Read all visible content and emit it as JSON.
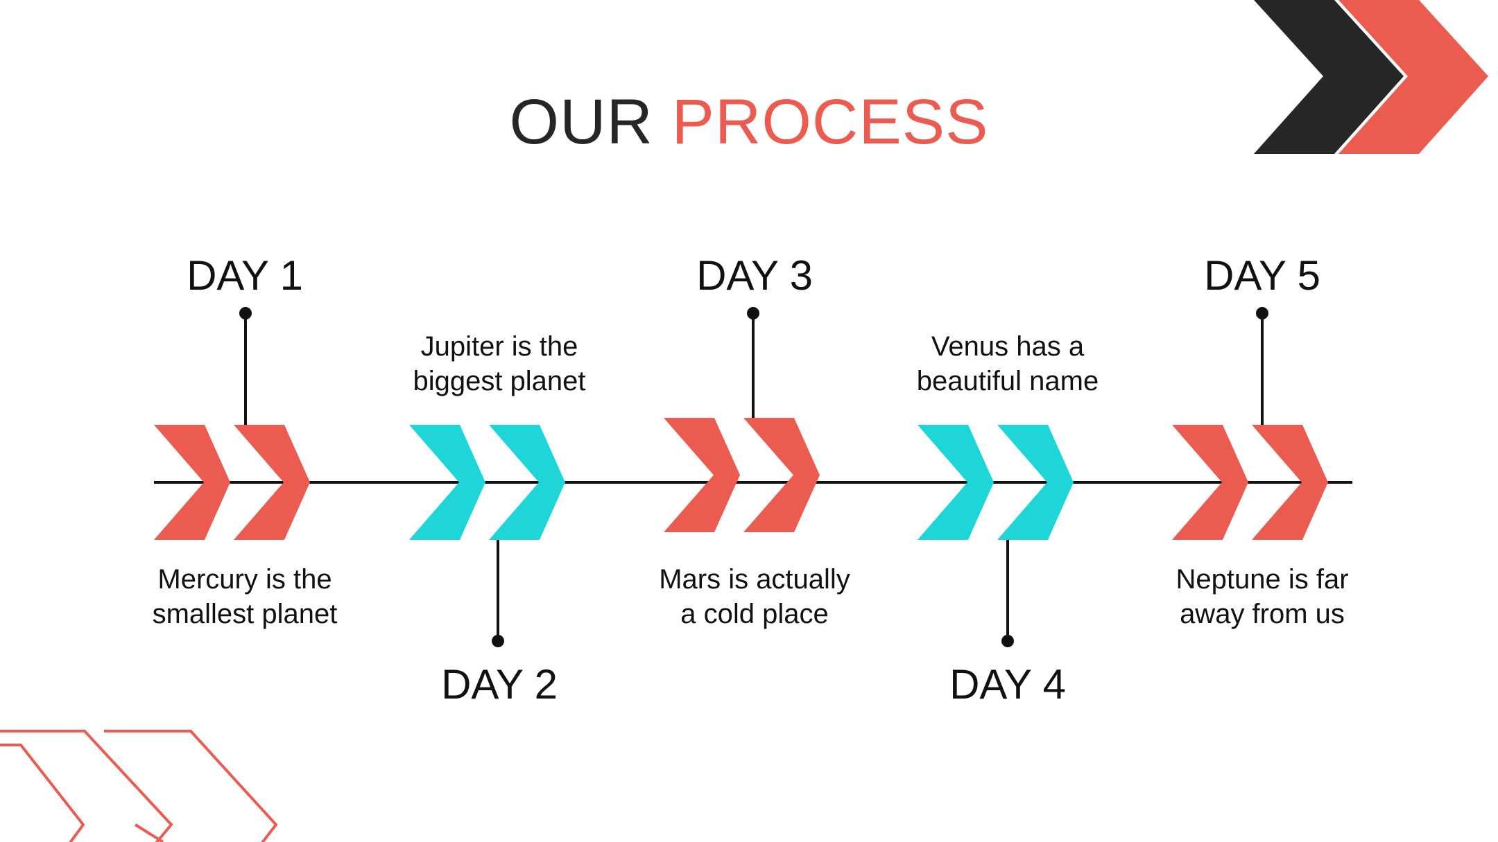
{
  "title": {
    "part1": "OUR",
    "part2": "PROCESS"
  },
  "colors": {
    "coral": "#EC5B4F",
    "cyan": "#1ED6D8",
    "dark": "#262626",
    "line": "#111111"
  },
  "steps": [
    {
      "day": "DAY 1",
      "line1": "Mercury is the",
      "line2": "smallest planet",
      "color": "coral"
    },
    {
      "day": "DAY 2",
      "line1": "Jupiter is the",
      "line2": "biggest planet",
      "color": "cyan"
    },
    {
      "day": "DAY 3",
      "line1": "Mars is actually",
      "line2": "a cold place",
      "color": "coral"
    },
    {
      "day": "DAY 4",
      "line1": "Venus has a",
      "line2": "beautiful name",
      "color": "cyan"
    },
    {
      "day": "DAY 5",
      "line1": "Neptune is far",
      "line2": "away from us",
      "color": "coral"
    }
  ]
}
